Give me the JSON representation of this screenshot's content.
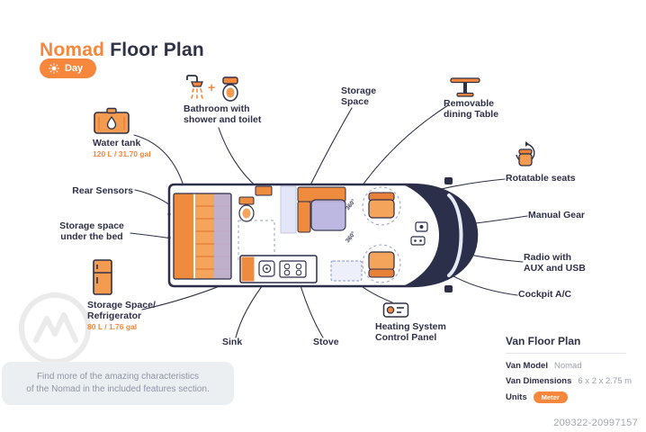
{
  "header": {
    "title_accent": "Nomad",
    "title_rest": "Floor Plan",
    "day_label": "Day"
  },
  "callouts": {
    "bathroom": "Bathroom with\nshower and toilet",
    "storage_space": "Storage\nSpace",
    "dining_table": "Removable\ndining Table",
    "water_tank_title": "Water tank",
    "water_tank_capacity": "120 L / 31.70 gal",
    "rear_sensors": "Rear Sensors",
    "storage_under_bed": "Storage space\nunder the bed",
    "rotatable_seats": "Rotatable seats",
    "manual_gear": "Manual Gear",
    "radio": "Radio with\nAUX and USB",
    "cockpit_ac": "Cockpit A/C",
    "fridge_title": "Storage Space/\nRefrigerator",
    "fridge_capacity": "80 L / 1.76 gal",
    "sink": "Sink",
    "stove": "Stove",
    "heating": "Heating System\nControl Panel",
    "plus_sign": "+"
  },
  "van_diagram": {
    "rotation_label": "360°"
  },
  "info_panel": {
    "title": "Van Floor Plan",
    "rows": [
      {
        "label": "Van Model",
        "value": "Nomad"
      },
      {
        "label": "Van Dimensions",
        "value": "6 x 2 x 2.75 m"
      },
      {
        "label": "Units",
        "value": "Meter"
      }
    ]
  },
  "note": "Find more of the amazing characteristics\nof the Nomad in the included features section.",
  "serial": "209322-20997157",
  "colors": {
    "accent": "#F6873D",
    "ink": "#2E3147",
    "lavender": "#B7B3DF",
    "cab_dark": "#2B2F4A"
  }
}
